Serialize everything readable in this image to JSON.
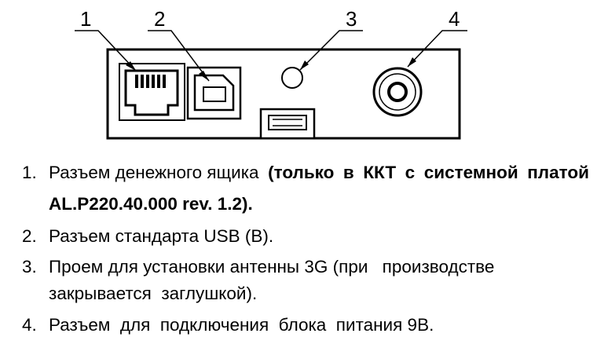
{
  "callouts": [
    "1",
    "2",
    "3",
    "4"
  ],
  "items": [
    {
      "num": "1.",
      "text": "Разъем денежного ящика",
      "bold_words": [
        "(только",
        "в",
        "ККТ",
        "с",
        "системной",
        "платой"
      ],
      "bold_line2": "AL.P220.40.000 rev. 1.2)."
    },
    {
      "num": "2.",
      "text": "Разъем стандарта USB (B)."
    },
    {
      "num": "3.",
      "text_words": [
        "Проем",
        "для",
        "установки",
        "антенны",
        "3G",
        "(при",
        "производстве"
      ],
      "line2": "закрывается  заглушкой)."
    },
    {
      "num": "4.",
      "text": "Разъем  для  подключения  блока  питания 9B."
    }
  ]
}
